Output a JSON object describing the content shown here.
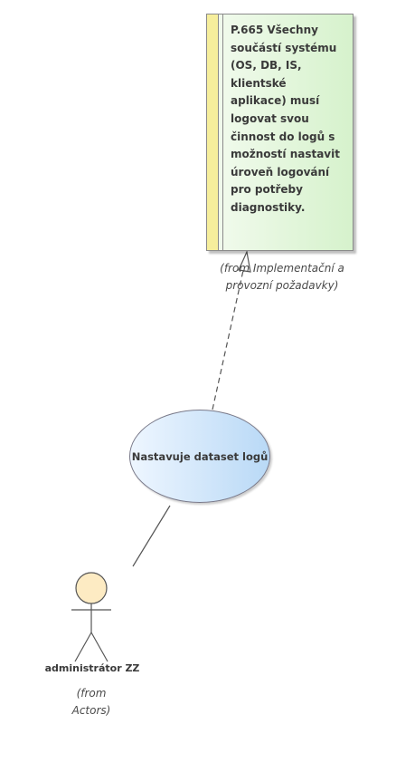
{
  "requirement": {
    "text": "P.665 Všechny\nsoučástí systému\n(OS, DB, IS,\nklientské\naplikace) musí\nlogovat svou\nčinnost do logů s\nmožností nastavit\núroveň logování\npro potřeby\ndiagnostiky.",
    "from": "(from Implementační a\nprovozní požadavky)",
    "colors": {
      "fill": "#e2f5da",
      "stripe": "#f6ee9c",
      "border": "#8a8a8a"
    }
  },
  "use_case": {
    "label": "Nastavuje dataset logů",
    "colors": {
      "fill": "#cfe5fa",
      "border": "#7a7a8a"
    }
  },
  "actor": {
    "name": "administrátor ZZ",
    "from": "(from\nActors)",
    "colors": {
      "head_fill": "#fdebc3",
      "stroke": "#555555"
    }
  },
  "connectors": [
    {
      "type": "realization",
      "style": "dashed",
      "arrow": "hollow-triangle",
      "from": "use_case",
      "to": "requirement"
    },
    {
      "type": "association",
      "style": "solid",
      "arrow": "none",
      "from": "actor",
      "to": "use_case"
    }
  ]
}
